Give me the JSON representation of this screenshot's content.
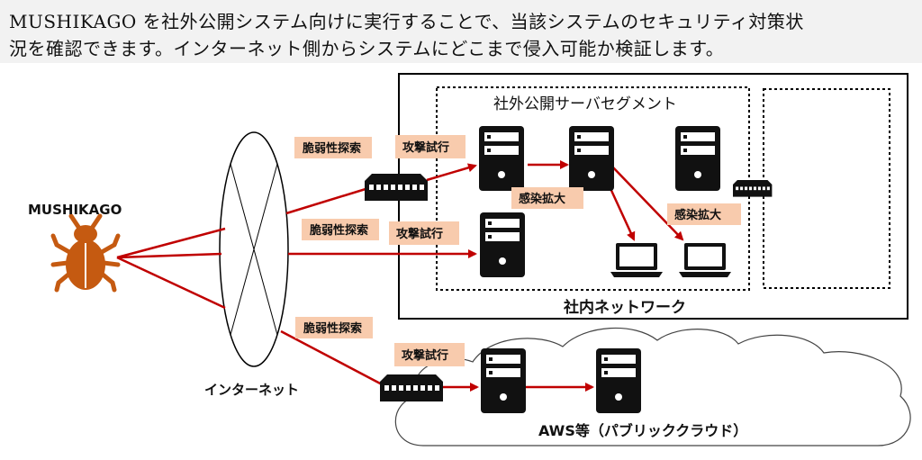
{
  "caption": {
    "line1": "MUSHIKAGO を社外公開システム向けに実行することで、当該システムのセキュリティ対策状",
    "line2": "況を確認できます。インターネット側からシステムにどこまで侵入可能か検証します。"
  },
  "attacker": {
    "label": "MUSHIKAGO",
    "icon": "bug-icon"
  },
  "internet": {
    "label": "インターネット"
  },
  "corporate": {
    "label": "社内ネットワーク"
  },
  "dmz": {
    "label": "社外公開サーバセグメント"
  },
  "cloud": {
    "label": "AWS等（パブリッククラウド）"
  },
  "tags": {
    "vuln_scan_1": "脆弱性探索",
    "vuln_scan_2": "脆弱性探索",
    "vuln_scan_3": "脆弱性探索",
    "attack_1": "攻撃試行",
    "attack_2": "攻撃試行",
    "attack_3": "攻撃試行",
    "spread_1": "感染拡大",
    "spread_2": "感染拡大"
  },
  "colors": {
    "arrow": "#c00000",
    "tag_bg": "#f8cbad",
    "bug": "#c55a11"
  }
}
